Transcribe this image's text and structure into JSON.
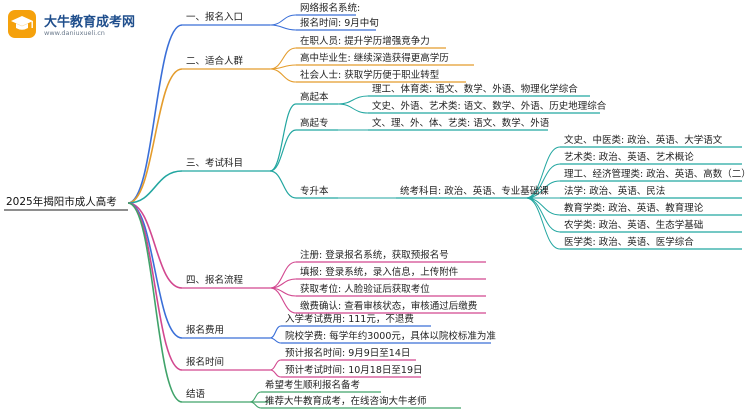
{
  "logo": {
    "title": "大牛教育成考网",
    "subtitle": "www.daniuxueli.cn"
  },
  "root": "2025年揭阳市成人高考",
  "colors": {
    "blue": "#3a6fd8",
    "green": "#40a36a",
    "teal": "#22a6a0",
    "magenta": "#d2478f",
    "orange": "#e49c2c"
  },
  "branches": {
    "b1": {
      "label": "一、报名入口",
      "items": [
        "网络报名系统:",
        "报名时间: 9月中旬"
      ]
    },
    "b2": {
      "label": "二、适合人群",
      "items": [
        "在职人员: 提升学历增强竞争力",
        "高中毕业生: 继续深造获得更高学历",
        "社会人士: 获取学历便于职业转型"
      ]
    },
    "b3": {
      "label": "三、考试科目",
      "gqb": {
        "label": "高起本",
        "items": [
          "理工、体育类: 语文、数学、外语、物理化学综合",
          "文史、外语、艺术类: 语文、数学、外语、历史地理综合"
        ]
      },
      "gqz": {
        "label": "高起专",
        "item": "文、理、外、体、艺类: 语文、数学、外语"
      },
      "zsb": {
        "label": "专升本",
        "tongkao": "统考科目: 政治、英语、专业基础课",
        "items": [
          "文史、中医类: 政治、英语、大学语文",
          "艺术类: 政治、英语、艺术概论",
          "理工、经济管理类: 政治、英语、高数（二）",
          "法学: 政治、英语、民法",
          "教育学类: 政治、英语、教育理论",
          "农学类: 政治、英语、生态学基础",
          "医学类: 政治、英语、医学综合"
        ]
      }
    },
    "b4": {
      "label": "四、报名流程",
      "items": [
        "注册: 登录报名系统，获取预报名号",
        "填报: 登录系统，录入信息，上传附件",
        "获取考位: 人脸验证后获取考位",
        "缴费确认: 查看审核状态，审核通过后缴费"
      ]
    },
    "b5": {
      "label": "报名费用",
      "items": [
        "入学考试费用: 111元，不退费",
        "院校学费: 每学年约3000元，具体以院校标准为准"
      ]
    },
    "b6": {
      "label": "报名时间",
      "items": [
        "预计报名时间: 9月9日至14日",
        "预计考试时间: 10月18日至19日"
      ]
    },
    "b7": {
      "label": "结语",
      "items": [
        "希望考生顺利报名备考",
        "推荐大牛教育成考，在线咨询大牛老师"
      ]
    }
  }
}
